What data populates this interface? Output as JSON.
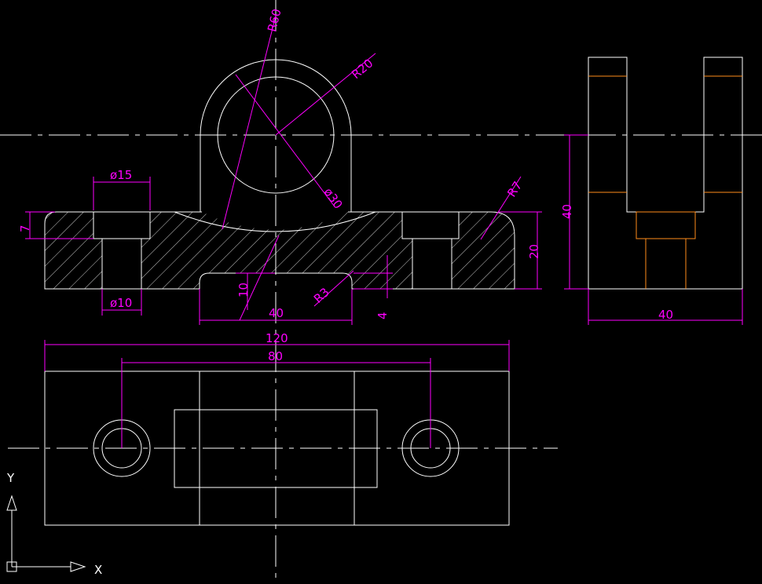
{
  "drawing": {
    "background": "#000000",
    "colors": {
      "geometry": "#ffffff",
      "dimension": "#ff00ff",
      "hidden": "#ff8c1a"
    }
  },
  "dims": {
    "r60": "R60",
    "r20": "R20",
    "d15": "ø15",
    "d30": "ø30",
    "r7": "R7",
    "seven": "7",
    "twenty": "20",
    "ten": "10",
    "r3": "R3",
    "four": "4",
    "d10": "ø10",
    "forty_front": "40",
    "forty_side_v": "40",
    "forty_side_h": "40",
    "d120": "120",
    "d80": "80"
  },
  "ucs": {
    "x_label": "X",
    "y_label": "Y"
  }
}
